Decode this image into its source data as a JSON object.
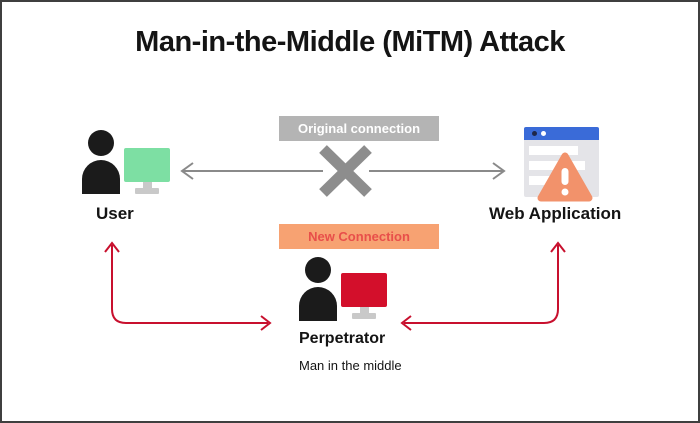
{
  "title": "Man-in-the-Middle (MiTM) Attack",
  "badges": {
    "original": {
      "label": "Original connection"
    },
    "new": {
      "label": "New Connection"
    }
  },
  "nodes": {
    "user": {
      "label": "User"
    },
    "web_application": {
      "label": "Web Application"
    },
    "perpetrator": {
      "label": "Perpetrator",
      "sublabel": "Man in the middle"
    }
  },
  "icons": {
    "user": [
      "person-icon",
      "monitor-icon"
    ],
    "web_application": [
      "browser-window-icon",
      "warning-triangle-icon"
    ],
    "perpetrator": [
      "person-icon",
      "monitor-icon"
    ],
    "connections": [
      "x-mark-icon",
      "double-arrow-icon",
      "elbow-arrow-icon"
    ]
  },
  "colors": {
    "person": "#1b1b1b",
    "user_monitor": "#7ddfa3",
    "perpetrator_monitor": "#d30f2b",
    "monitor_stand": "#c9c9c9",
    "browser_body": "#e4e4e8",
    "browser_bar": "#3a6bd8",
    "browser_dot_dark": "#1e2749",
    "browser_dot_light": "#ffffff",
    "browser_line": "#ffffff",
    "warning_triangle": "#f2926b",
    "warning_glyph": "#ffffff",
    "gray_line": "#8a8a8a",
    "x_mark": "#8d8d8d",
    "red_arrow": "#c8102e",
    "badge_original_bg": "#b4b4b4",
    "badge_original_text": "#ffffff",
    "badge_new_bg": "#f7a272",
    "badge_new_text": "#e84f4a",
    "canvas_border": "#3f3f3f",
    "text": "#141414"
  }
}
